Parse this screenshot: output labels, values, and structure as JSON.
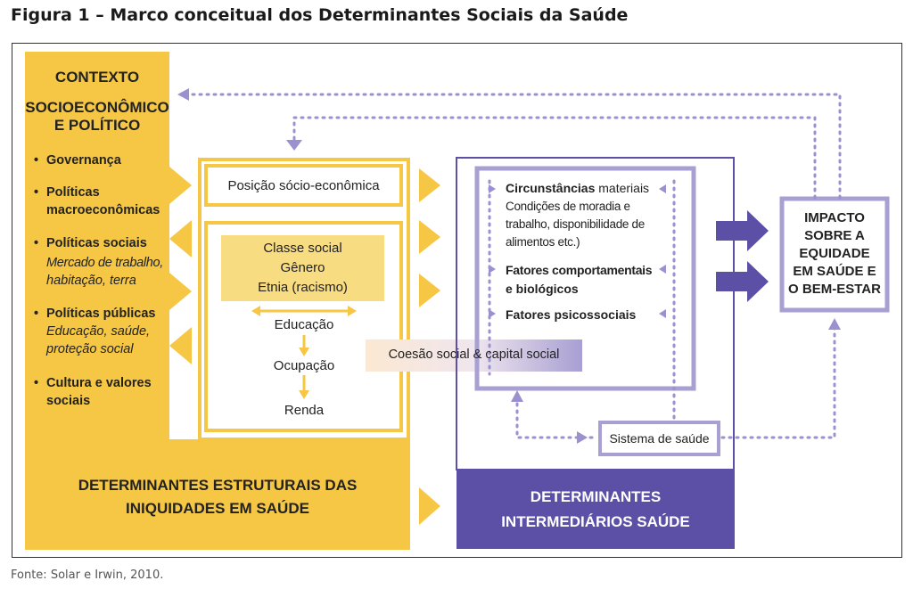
{
  "title": "Figura 1 – Marco conceitual dos Determinantes Sociais da Saúde",
  "source": "Fonte: Solar e Irwin, 2010.",
  "contexto": {
    "heading_line1": "CONTEXTO",
    "heading_line2": "SOCIOECONÔMICO",
    "heading_line3": "E POLÍTICO",
    "items": [
      {
        "label_line1": "Governança",
        "label_line2": "",
        "sub_line1": "",
        "sub_line2": ""
      },
      {
        "label_line1": "Políticas",
        "label_line2": "macroeconômicas",
        "sub_line1": "",
        "sub_line2": ""
      },
      {
        "label_line1": "Políticas sociais",
        "label_line2": "",
        "sub_line1": "Mercado de trabalho,",
        "sub_line2": "habitação, terra"
      },
      {
        "label_line1": "Políticas públicas",
        "label_line2": "",
        "sub_line1": "Educação, saúde,",
        "sub_line2": "proteção social"
      },
      {
        "label_line1": "Cultura e valores",
        "label_line2": "sociais",
        "sub_line1": "",
        "sub_line2": ""
      }
    ]
  },
  "estruturais": {
    "posicao": "Posição sócio-econômica",
    "classe": "Classe social",
    "genero": "Gênero",
    "etnia": "Etnia (racismo)",
    "educacao": "Educação",
    "ocupacao": "Ocupação",
    "renda": "Renda",
    "footer_line1": "DETERMINANTES ESTRUTURAIS DAS",
    "footer_line2": "INIQUIDADES EM SAÚDE"
  },
  "coesao": "Coesão social & capital social",
  "intermediarios": {
    "circ_bold": "Circunstâncias",
    "circ_rest": " materiais",
    "circ_sub_line1": "Condições de moradia e",
    "circ_sub_line2": "trabalho, disponibilidade de",
    "circ_sub_line3": "alimentos etc.)",
    "fatores_comp_line1": "Fatores comportamentais",
    "fatores_comp_line2": "e biológicos",
    "fatores_psico": "Fatores psicossociais",
    "sistema": "Sistema de saúde",
    "footer_line1": "DETERMINANTES",
    "footer_line2": "INTERMEDIÁRIOS SAÚDE"
  },
  "impacto": {
    "line1": "IMPACTO",
    "line2": "SOBRE A",
    "line3": "EQUIDADE",
    "line4": "EM SAÚDE E",
    "line5": "O BEM-ESTAR"
  },
  "colors": {
    "yellow": "#f6c744",
    "light_yellow": "#f8dc82",
    "purple": "#5b4fa6",
    "lavender": "#a89fd3",
    "dots": "#9a91cf"
  }
}
